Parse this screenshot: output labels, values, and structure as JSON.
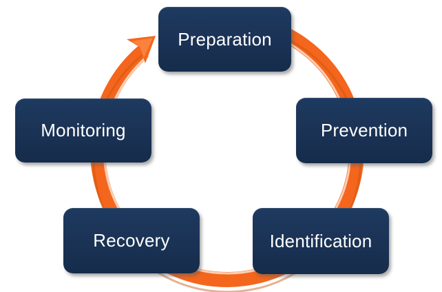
{
  "diagram": {
    "type": "cycle",
    "direction": "clockwise",
    "steps": [
      {
        "label": "Preparation"
      },
      {
        "label": "Prevention"
      },
      {
        "label": "Identification"
      },
      {
        "label": "Recovery"
      },
      {
        "label": "Monitoring"
      }
    ],
    "colors": {
      "node_fill": "#1A3254",
      "node_text": "#FFFFFF",
      "arrow": "#F4661D",
      "arrow_highlight": "#FFE3CC",
      "arrow_shade": "#C8520A",
      "background": "#FFFFFF"
    }
  }
}
